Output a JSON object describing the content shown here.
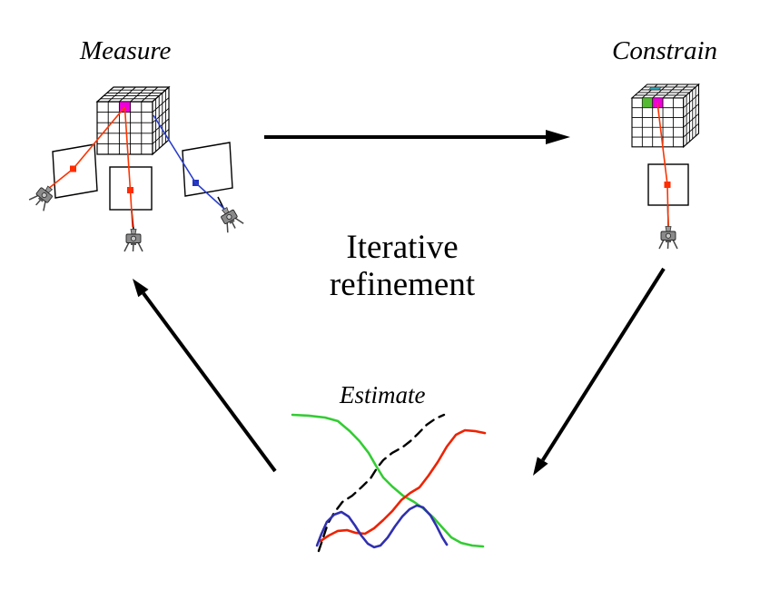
{
  "labels": {
    "measure": "Measure",
    "constrain": "Constrain",
    "estimate": "Estimate",
    "center_line1": "Iterative",
    "center_line2": "refinement"
  },
  "colors": {
    "background": "#ffffff",
    "line_black": "#000000",
    "ray_red": "#ff3300",
    "ray_blue": "#2a3fcc",
    "marker_red": "#ff2a00",
    "marker_blue": "#2233bb",
    "voxel_magenta": "#ee00dd",
    "voxel_green": "#55bb33",
    "voxel_cyan": "#33aabb"
  },
  "icons": {
    "camera-icon": "camcorder-on-tripod pictogram (inline SVG shapes)",
    "voxel-cube-icon": "3D wireframe 5x5 grid cube (inline SVG shapes)"
  },
  "chart_data": {
    "type": "line",
    "title": "Estimate",
    "xlabel": "",
    "ylabel": "",
    "axes_visible": false,
    "grid": false,
    "legend": false,
    "x_range": [
      0,
      1
    ],
    "y_range": [
      0,
      1
    ],
    "series": [
      {
        "name": "green-curve",
        "color": "#33cc33",
        "style": "solid",
        "x": [
          0.009,
          0.092,
          0.175,
          0.24,
          0.3,
          0.35,
          0.396,
          0.433,
          0.47,
          0.516,
          0.571,
          0.627,
          0.673,
          0.724,
          0.77,
          0.816,
          0.866,
          0.922,
          0.977
        ],
        "y": [
          0.957,
          0.951,
          0.938,
          0.914,
          0.846,
          0.778,
          0.698,
          0.611,
          0.531,
          0.469,
          0.407,
          0.364,
          0.321,
          0.259,
          0.191,
          0.123,
          0.086,
          0.068,
          0.062
        ]
      },
      {
        "name": "dashed-black-curve",
        "color": "#000000",
        "style": "dashed",
        "x": [
          0.143,
          0.166,
          0.189,
          0.221,
          0.263,
          0.313,
          0.359,
          0.406,
          0.438,
          0.47,
          0.516,
          0.567,
          0.608,
          0.65,
          0.691,
          0.737,
          0.779
        ],
        "y": [
          0.031,
          0.123,
          0.216,
          0.29,
          0.364,
          0.407,
          0.463,
          0.525,
          0.593,
          0.648,
          0.698,
          0.735,
          0.778,
          0.833,
          0.889,
          0.932,
          0.957
        ]
      },
      {
        "name": "red-curve",
        "color": "#ee2200",
        "style": "solid",
        "x": [
          0.152,
          0.194,
          0.24,
          0.286,
          0.332,
          0.378,
          0.424,
          0.47,
          0.516,
          0.562,
          0.608,
          0.654,
          0.7,
          0.747,
          0.793,
          0.839,
          0.885,
          0.935,
          0.986
        ],
        "y": [
          0.099,
          0.136,
          0.167,
          0.173,
          0.154,
          0.148,
          0.185,
          0.241,
          0.302,
          0.377,
          0.426,
          0.463,
          0.543,
          0.636,
          0.741,
          0.821,
          0.852,
          0.846,
          0.833
        ]
      },
      {
        "name": "blue-curve",
        "color": "#3030b0",
        "style": "solid",
        "x": [
          0.134,
          0.157,
          0.184,
          0.221,
          0.258,
          0.295,
          0.327,
          0.359,
          0.392,
          0.424,
          0.456,
          0.493,
          0.53,
          0.567,
          0.604,
          0.641,
          0.673,
          0.71,
          0.742,
          0.77,
          0.793
        ],
        "y": [
          0.068,
          0.148,
          0.228,
          0.278,
          0.296,
          0.265,
          0.204,
          0.136,
          0.08,
          0.056,
          0.068,
          0.123,
          0.198,
          0.265,
          0.315,
          0.34,
          0.327,
          0.272,
          0.198,
          0.123,
          0.074
        ]
      }
    ]
  }
}
